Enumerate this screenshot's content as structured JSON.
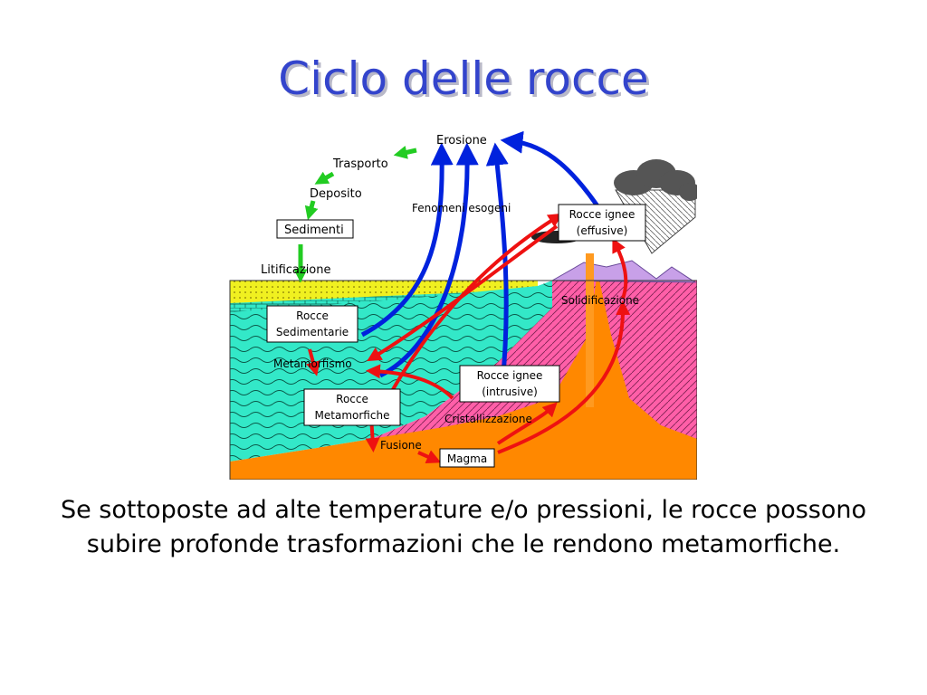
{
  "slide": {
    "title": "Ciclo delle rocce",
    "caption": "Se sottoposte ad alte temperature e/o pressioni, le rocce possono subire profonde trasformazioni che le rendono metamorfiche."
  },
  "diagram": {
    "labels": {
      "erosione": "Erosione",
      "trasporto": "Trasporto",
      "deposito": "Deposito",
      "sedimenti": "Sedimenti",
      "litificazione": "Litificazione",
      "fenomeni_esogeni": "Fenomeni esogeni",
      "rocce_ignee_effusive_1": "Rocce ignee",
      "rocce_ignee_effusive_2": "(effusive)",
      "solidificazione": "Solidificazione",
      "rocce_sedimentarie_1": "Rocce",
      "rocce_sedimentarie_2": "Sedimentarie",
      "metamorfismo": "Metamorfismo",
      "rocce_ignee_intrusive_1": "Rocce ignee",
      "rocce_ignee_intrusive_2": "(intrusive)",
      "rocce_metamorfiche_1": "Rocce",
      "rocce_metamorfiche_2": "Metamorfiche",
      "cristallizzazione": "Cristallizzazione",
      "fusione": "Fusione",
      "magma": "Magma"
    },
    "colors": {
      "sea": "#33e8c8",
      "sediment_layer": "#f0f020",
      "pink_rock": "#ff5fa8",
      "magma": "#ff8800",
      "volcano": "#c8a0e8",
      "erosion_arrow": "#0022dd",
      "cycle_arrow": "#ee1111",
      "green_arrow": "#22cc22"
    }
  }
}
